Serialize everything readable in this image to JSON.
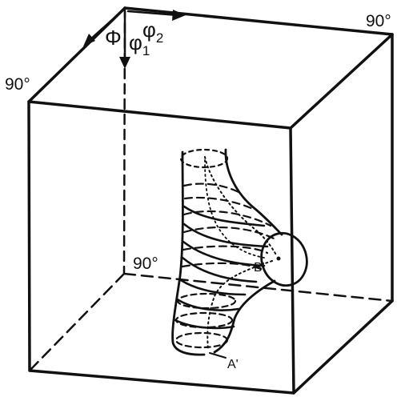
{
  "labels": {
    "phi1": "φ",
    "phi1_sub": "1",
    "Phi": "Φ",
    "phi2": "φ",
    "phi2_sub": "2",
    "angle_top_right": "90°",
    "angle_left": "90°",
    "angle_inner": "90°",
    "point_A": "A'",
    "point_B": "B'"
  },
  "colors": {
    "ink": "#111111",
    "background": "#ffffff"
  }
}
